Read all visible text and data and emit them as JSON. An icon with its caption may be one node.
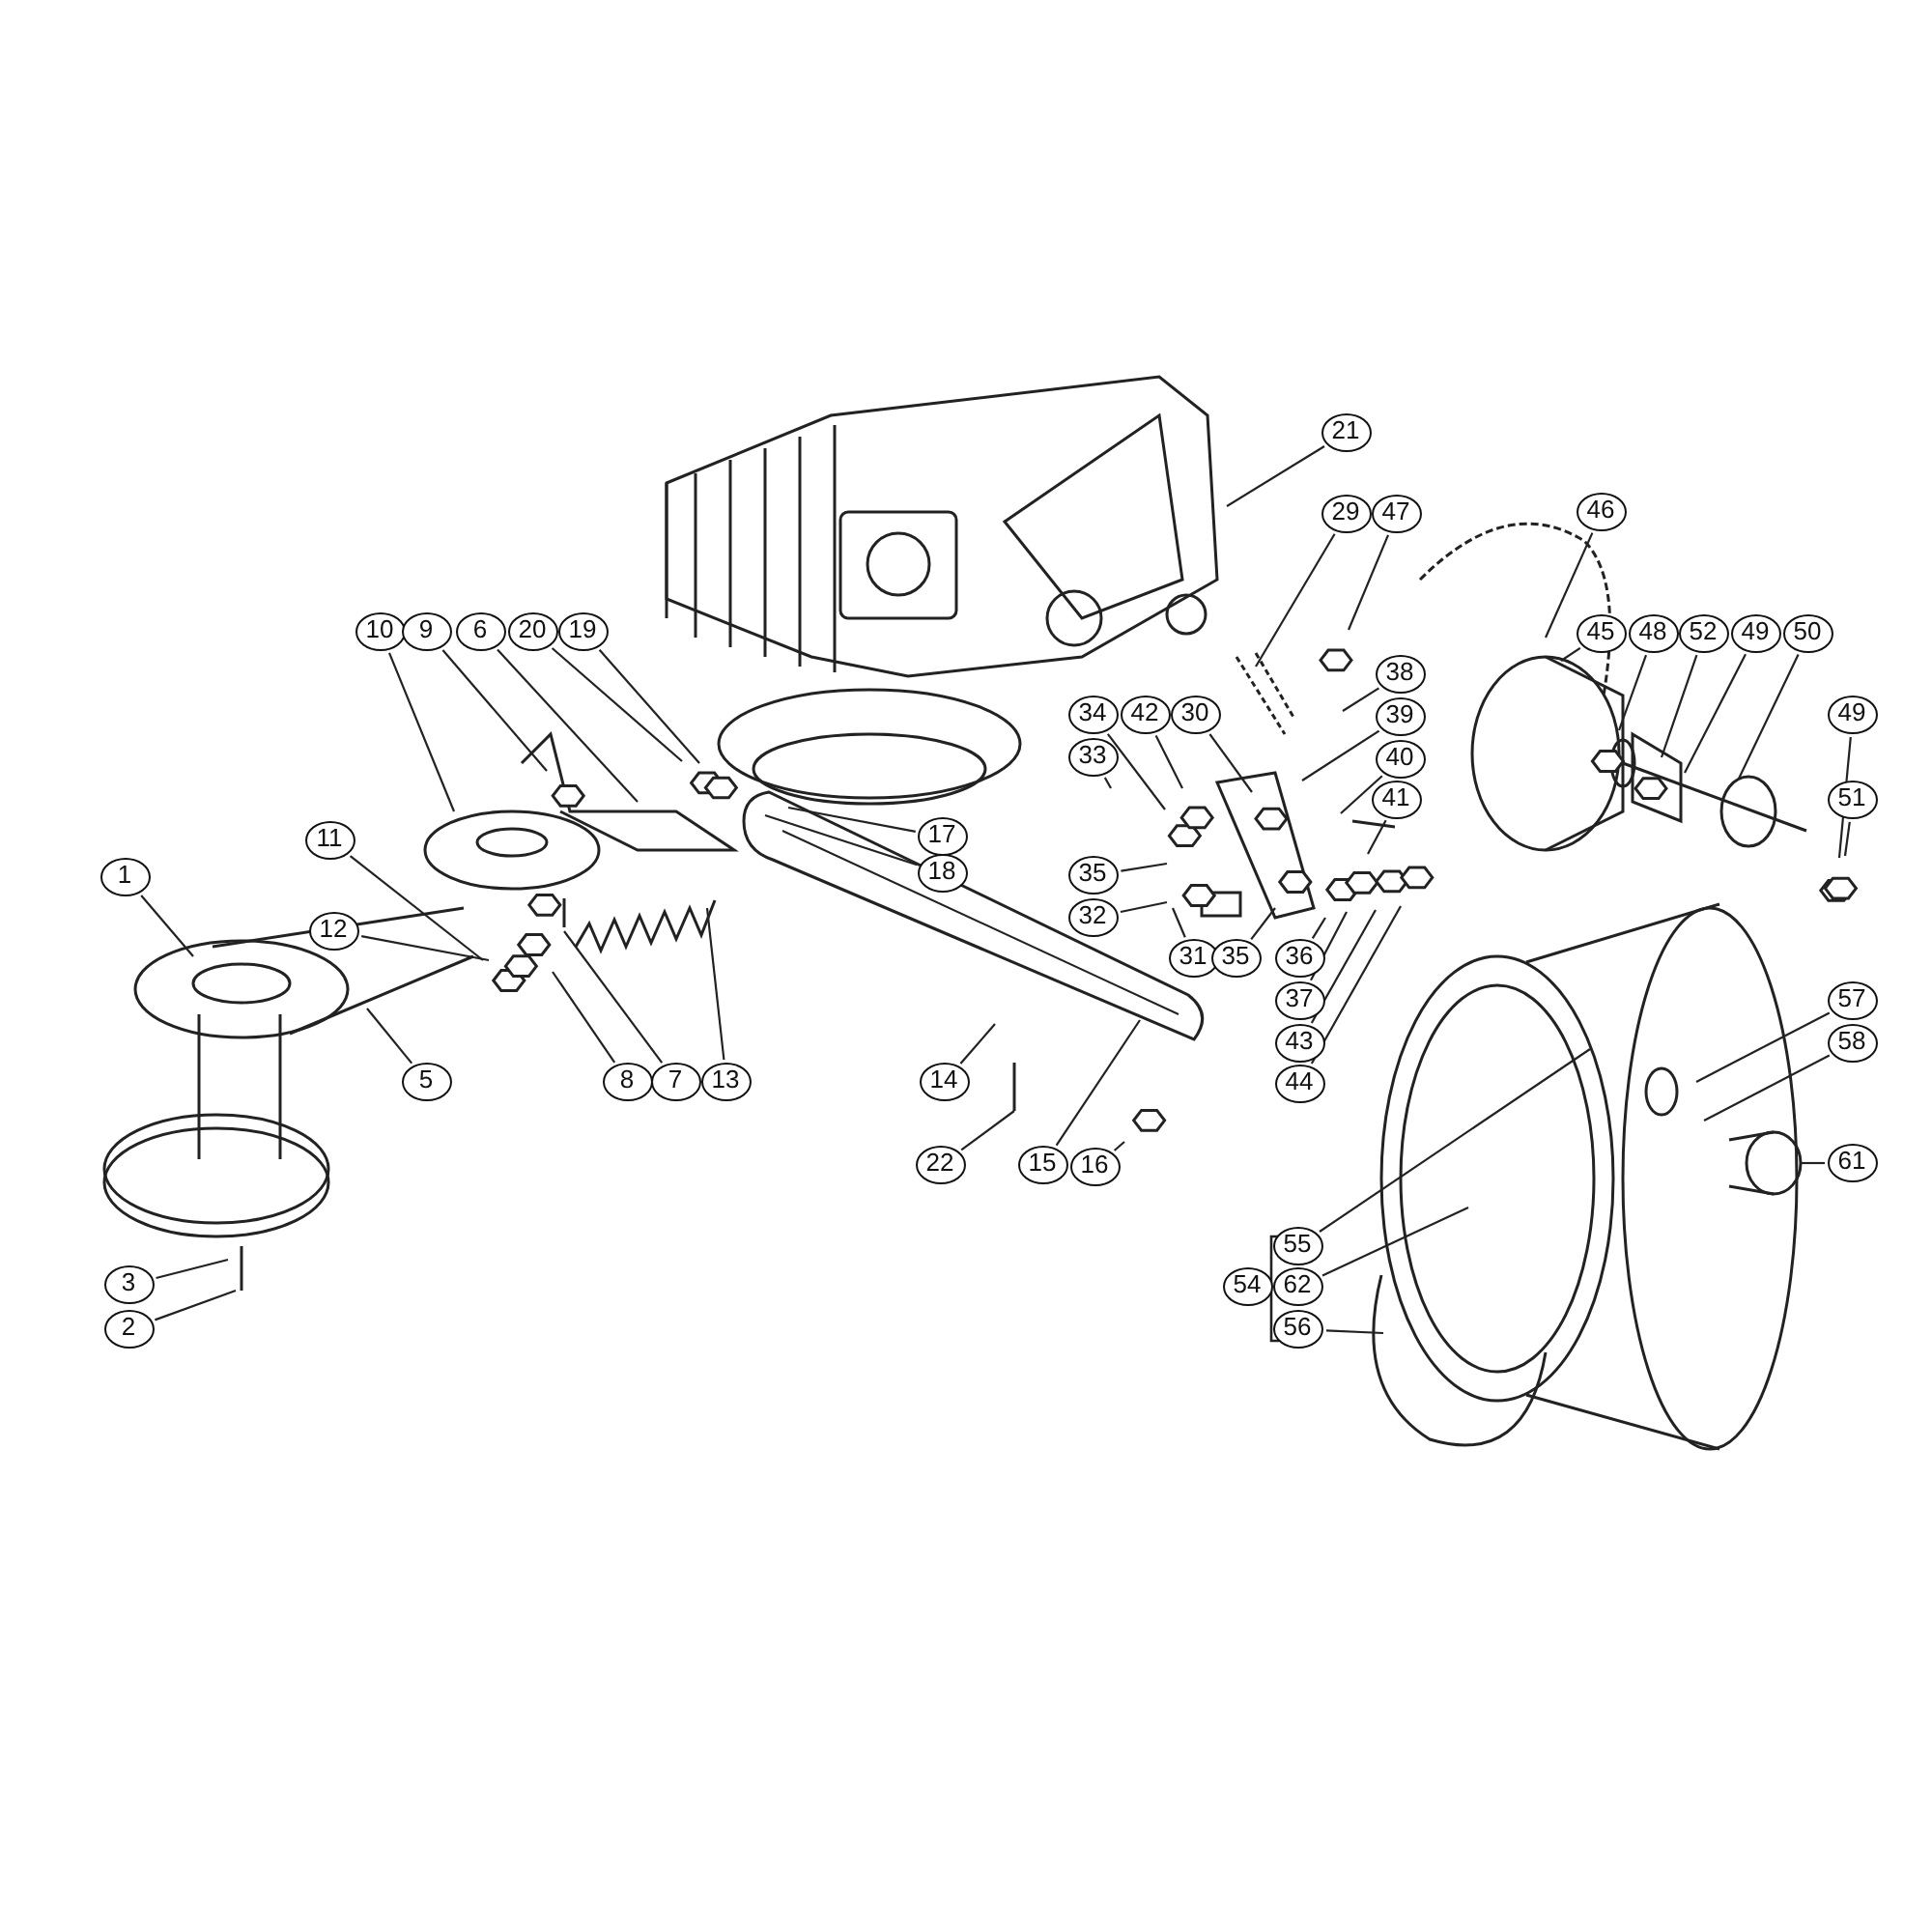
{
  "diagram": {
    "nodes": [
      {
        "text": [
          "21"
        ]
      },
      {
        "text": [
          "29"
        ]
      },
      {
        "text": [
          "47"
        ]
      },
      {
        "text": [
          "46"
        ]
      },
      {
        "text": [
          "10"
        ]
      },
      {
        "text": [
          "9"
        ]
      },
      {
        "text": [
          "6"
        ]
      },
      {
        "text": [
          "20"
        ]
      },
      {
        "text": [
          "19"
        ]
      },
      {
        "text": [
          "45"
        ]
      },
      {
        "text": [
          "48"
        ]
      },
      {
        "text": [
          "52"
        ]
      },
      {
        "text": [
          "49"
        ]
      },
      {
        "text": [
          "50"
        ]
      },
      {
        "text": [
          "38"
        ]
      },
      {
        "text": [
          "34"
        ]
      },
      {
        "text": [
          "42"
        ]
      },
      {
        "text": [
          "30"
        ]
      },
      {
        "text": [
          "49"
        ]
      },
      {
        "text": [
          "39"
        ]
      },
      {
        "text": [
          "33"
        ]
      },
      {
        "text": [
          "40"
        ]
      },
      {
        "text": [
          "41"
        ]
      },
      {
        "text": [
          "51"
        ]
      },
      {
        "text": [
          "17"
        ]
      },
      {
        "text": [
          "11"
        ]
      },
      {
        "text": [
          "18"
        ]
      },
      {
        "text": [
          "35"
        ]
      },
      {
        "text": [
          "1"
        ]
      },
      {
        "text": [
          "32"
        ]
      },
      {
        "text": [
          "12"
        ]
      },
      {
        "text": [
          "31"
        ]
      },
      {
        "text": [
          "35"
        ]
      },
      {
        "text": [
          "36"
        ]
      },
      {
        "text": [
          "37"
        ]
      },
      {
        "text": [
          "57"
        ]
      },
      {
        "text": [
          "43"
        ]
      },
      {
        "text": [
          "58"
        ]
      },
      {
        "text": [
          "5"
        ]
      },
      {
        "text": [
          "8"
        ]
      },
      {
        "text": [
          "7"
        ]
      },
      {
        "text": [
          "13"
        ]
      },
      {
        "text": [
          "14"
        ]
      },
      {
        "text": [
          "44"
        ]
      },
      {
        "text": [
          "61"
        ]
      },
      {
        "text": [
          "22"
        ]
      },
      {
        "text": [
          "15"
        ]
      },
      {
        "text": [
          "16"
        ]
      },
      {
        "text": [
          "55"
        ]
      },
      {
        "text": [
          "3"
        ]
      },
      {
        "text": [
          "62"
        ]
      },
      {
        "text": [
          "56"
        ]
      },
      {
        "text": [
          "2"
        ]
      },
      {
        "text": [
          "54"
        ]
      }
    ],
    "edges": [
      {
        "from": 0,
        "to": null,
        "arrow": "none"
      },
      {
        "from": 1,
        "to": null,
        "arrow": "none"
      },
      {
        "from": 2,
        "to": null,
        "arrow": "none"
      },
      {
        "from": 3,
        "to": null,
        "arrow": "none"
      },
      {
        "from": 4,
        "to": null,
        "arrow": "none"
      },
      {
        "from": 5,
        "to": null,
        "arrow": "none"
      },
      {
        "from": 6,
        "to": null,
        "arrow": "none"
      },
      {
        "from": 7,
        "to": null,
        "arrow": "none"
      },
      {
        "from": 8,
        "to": null,
        "arrow": "none"
      },
      {
        "from": 9,
        "to": null,
        "arrow": "none"
      },
      {
        "from": 10,
        "to": null,
        "arrow": "none"
      },
      {
        "from": 11,
        "to": null,
        "arrow": "none"
      },
      {
        "from": 12,
        "to": null,
        "arrow": "none"
      },
      {
        "from": 13,
        "to": null,
        "arrow": "none"
      },
      {
        "from": 14,
        "to": null,
        "arrow": "none"
      },
      {
        "from": 15,
        "to": null,
        "arrow": "none"
      },
      {
        "from": 16,
        "to": null,
        "arrow": "none"
      },
      {
        "from": 17,
        "to": null,
        "arrow": "none"
      },
      {
        "from": 18,
        "to": null,
        "arrow": "none"
      },
      {
        "from": 19,
        "to": null,
        "arrow": "none"
      },
      {
        "from": 20,
        "to": null,
        "arrow": "none"
      },
      {
        "from": 21,
        "to": null,
        "arrow": "none"
      },
      {
        "from": 22,
        "to": null,
        "arrow": "none"
      },
      {
        "from": 23,
        "to": null,
        "arrow": "none"
      },
      {
        "from": 24,
        "to": null,
        "arrow": "none"
      },
      {
        "from": 25,
        "to": null,
        "arrow": "none"
      },
      {
        "from": 26,
        "to": null,
        "arrow": "none"
      },
      {
        "from": 27,
        "to": null,
        "arrow": "none"
      },
      {
        "from": 28,
        "to": null,
        "arrow": "none"
      },
      {
        "from": 29,
        "to": null,
        "arrow": "none"
      },
      {
        "from": 30,
        "to": null,
        "arrow": "none"
      },
      {
        "from": 31,
        "to": null,
        "arrow": "none"
      },
      {
        "from": 32,
        "to": null,
        "arrow": "none"
      },
      {
        "from": 33,
        "to": null,
        "arrow": "none"
      },
      {
        "from": 34,
        "to": null,
        "arrow": "none"
      },
      {
        "from": 35,
        "to": null,
        "arrow": "none"
      },
      {
        "from": 36,
        "to": null,
        "arrow": "none"
      },
      {
        "from": 37,
        "to": null,
        "arrow": "none"
      },
      {
        "from": 38,
        "to": null,
        "arrow": "none"
      },
      {
        "from": 39,
        "to": null,
        "arrow": "none"
      },
      {
        "from": 40,
        "to": null,
        "arrow": "none"
      },
      {
        "from": 41,
        "to": null,
        "arrow": "none"
      },
      {
        "from": 42,
        "to": null,
        "arrow": "none"
      },
      {
        "from": 43,
        "to": null,
        "arrow": "none"
      },
      {
        "from": 44,
        "to": null,
        "arrow": "none"
      },
      {
        "from": 45,
        "to": null,
        "arrow": "none"
      },
      {
        "from": 46,
        "to": null,
        "arrow": "none"
      },
      {
        "from": 47,
        "to": null,
        "arrow": "none"
      },
      {
        "from": 48,
        "to": null,
        "arrow": "none"
      },
      {
        "from": 49,
        "to": null,
        "arrow": "none"
      },
      {
        "from": 50,
        "to": null,
        "arrow": "none"
      },
      {
        "from": 51,
        "to": null,
        "arrow": "none"
      },
      {
        "from": 52,
        "to": null,
        "arrow": "none"
      }
    ]
  }
}
